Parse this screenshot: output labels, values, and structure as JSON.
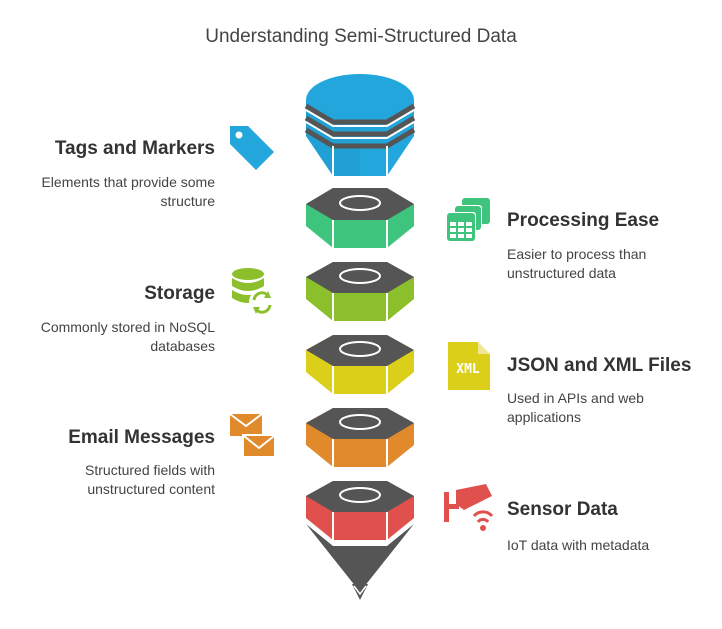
{
  "title": "Understanding Semi-Structured Data",
  "colors": {
    "blue": "#22a6dc",
    "green": "#3ec47c",
    "lime": "#8cbf2c",
    "yellow": "#dccf1a",
    "orange": "#e08a2c",
    "red": "#e0514e",
    "dark": "#555555"
  },
  "items": [
    {
      "heading": "Tags and Markers",
      "description": [
        "Elements that provide some",
        "structure"
      ],
      "icon": "tag-icon",
      "side": "left",
      "color": "#22a6dc"
    },
    {
      "heading": "Processing Ease",
      "description": [
        "Easier to process than",
        "unstructured data"
      ],
      "icon": "spreadsheet-stack-icon",
      "side": "right",
      "color": "#3ec47c"
    },
    {
      "heading": "Storage",
      "description": [
        "Commonly stored in NoSQL",
        "databases"
      ],
      "icon": "database-sync-icon",
      "side": "left",
      "color": "#8cbf2c"
    },
    {
      "heading": "JSON and XML Files",
      "description": [
        "Used in APIs and web",
        "applications"
      ],
      "icon": "xml-file-icon",
      "side": "right",
      "color": "#dccf1a",
      "icon_text": "XML"
    },
    {
      "heading": "Email Messages",
      "description": [
        "Structured fields with",
        "unstructured content"
      ],
      "icon": "envelope-icon",
      "side": "left",
      "color": "#e08a2c"
    },
    {
      "heading": "Sensor Data",
      "description": [
        "IoT data with metadata"
      ],
      "icon": "security-camera-icon",
      "side": "right",
      "color": "#e0514e"
    }
  ]
}
